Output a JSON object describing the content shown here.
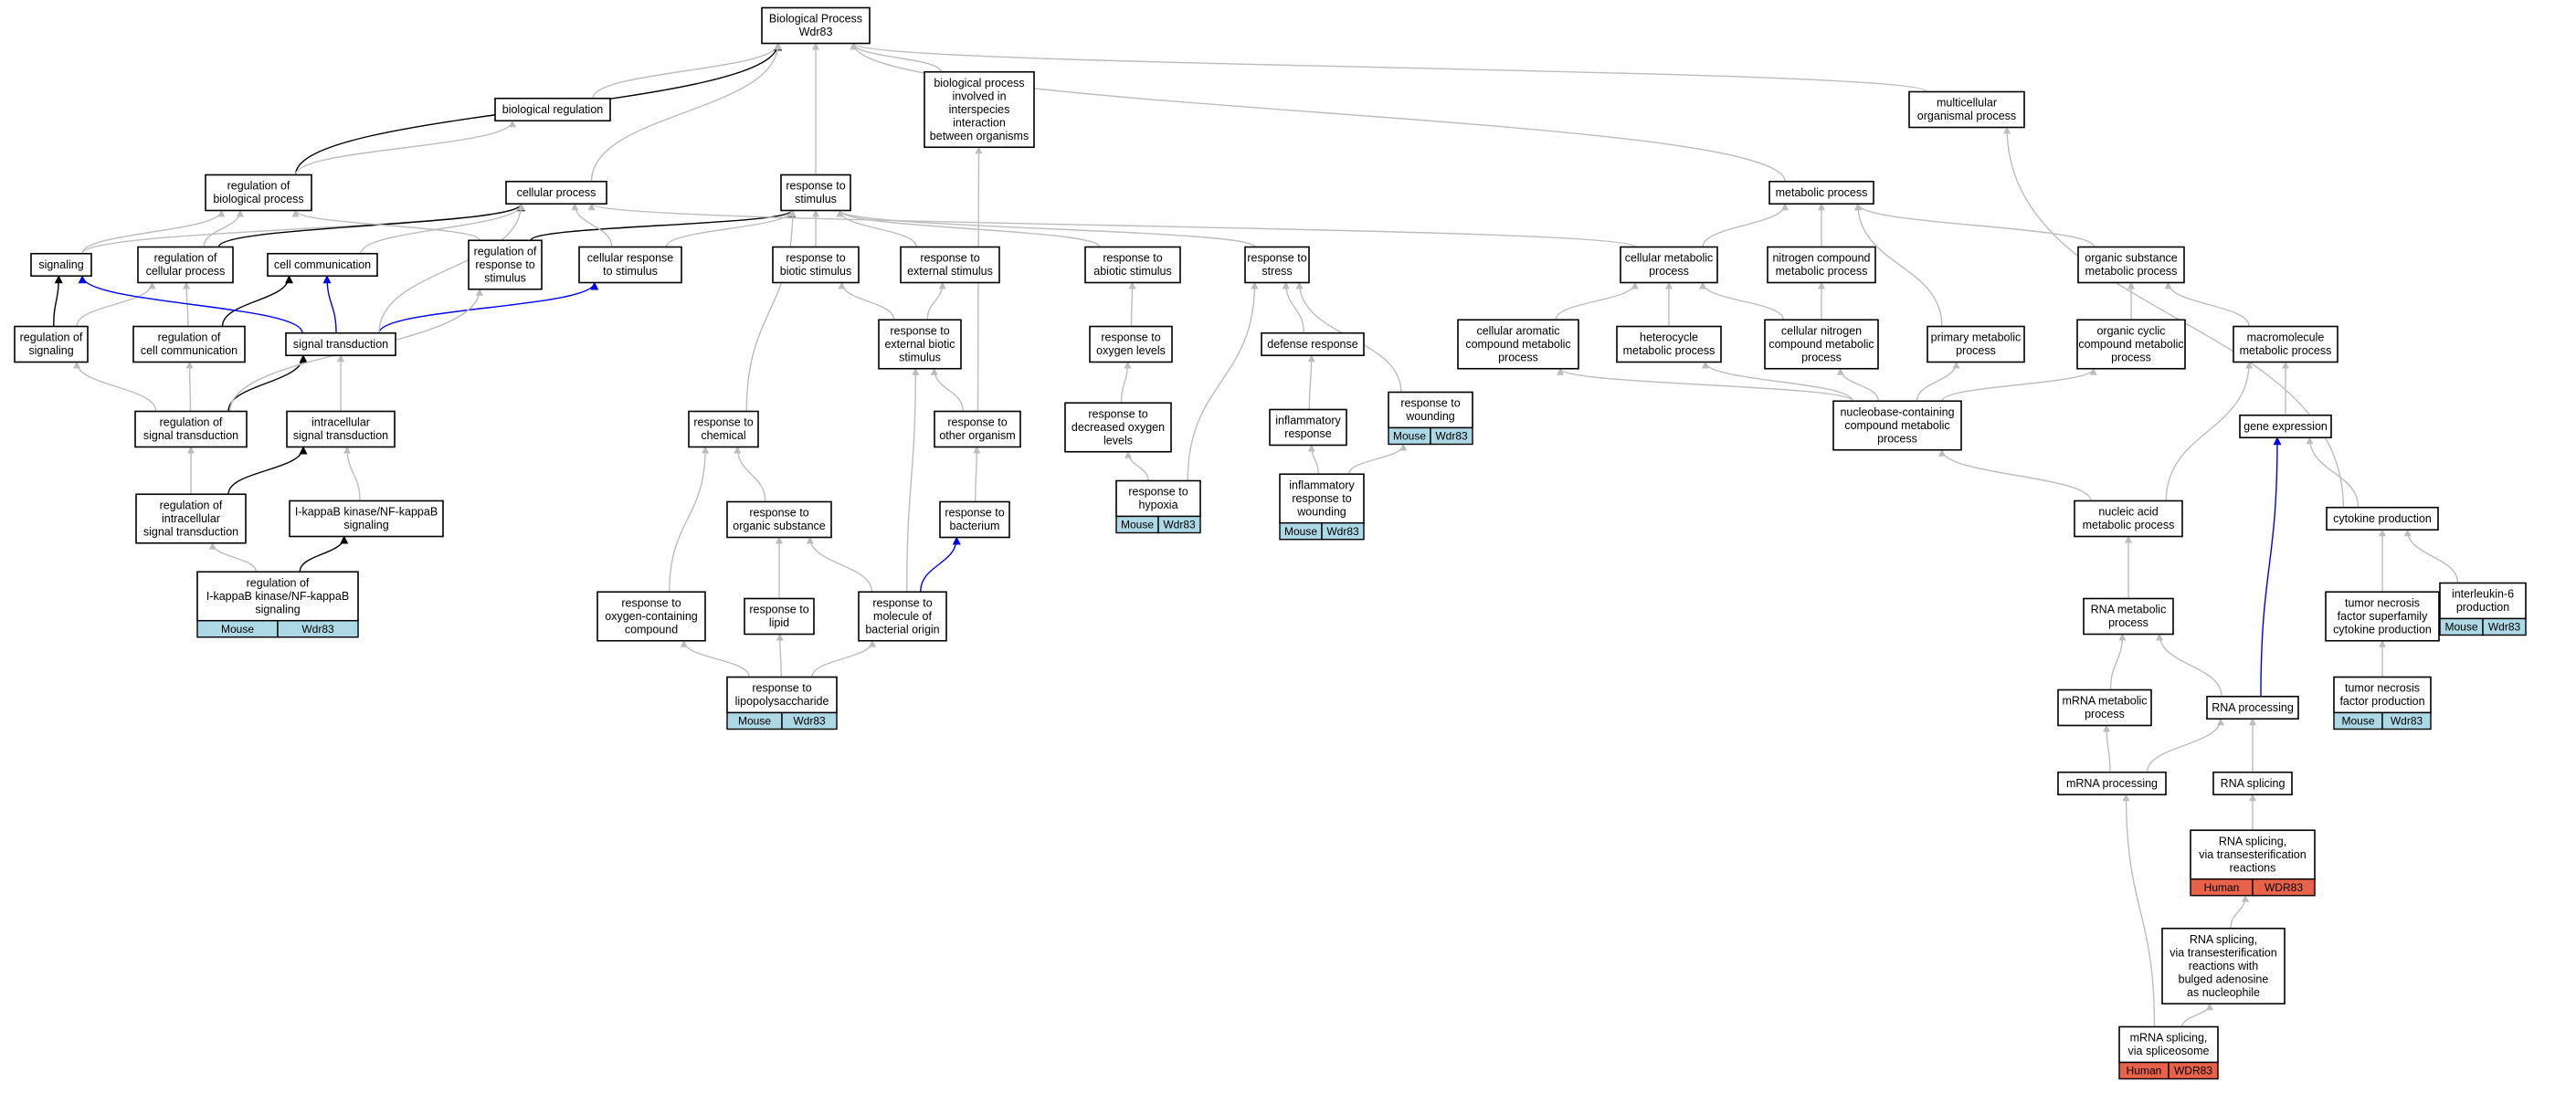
{
  "colors": {
    "gray_edge": "#bdbdbd",
    "black_edge": "#000000",
    "blue_edge": "#0000ee",
    "mouse_tag": "#add8e6",
    "human_tag": "#e8624a"
  },
  "nodes": [
    {
      "id": "bp",
      "lines": [
        "Biological Process",
        "Wdr83"
      ]
    },
    {
      "id": "bioreg",
      "lines": [
        "biological regulation"
      ]
    },
    {
      "id": "interspecies",
      "lines": [
        "biological process",
        "involved in",
        "interspecies",
        "interaction",
        "between organisms"
      ]
    },
    {
      "id": "multicell",
      "lines": [
        "multicellular",
        "organismal process"
      ]
    },
    {
      "id": "regbio",
      "lines": [
        "regulation of",
        "biological process"
      ]
    },
    {
      "id": "cellproc",
      "lines": [
        "cellular process"
      ]
    },
    {
      "id": "respstim",
      "lines": [
        "response to",
        "stimulus"
      ]
    },
    {
      "id": "metab",
      "lines": [
        "metabolic process"
      ]
    },
    {
      "id": "signaling",
      "lines": [
        "signaling"
      ]
    },
    {
      "id": "regcell",
      "lines": [
        "regulation of",
        "cellular process"
      ]
    },
    {
      "id": "cellcomm",
      "lines": [
        "cell communication"
      ]
    },
    {
      "id": "regresp",
      "lines": [
        "regulation of",
        "response to",
        "stimulus"
      ]
    },
    {
      "id": "cellresp",
      "lines": [
        "cellular response",
        "to stimulus"
      ]
    },
    {
      "id": "biotic",
      "lines": [
        "response to",
        "biotic stimulus"
      ]
    },
    {
      "id": "external",
      "lines": [
        "response to",
        "external stimulus"
      ]
    },
    {
      "id": "abiotic",
      "lines": [
        "response to",
        "abiotic stimulus"
      ]
    },
    {
      "id": "stress",
      "lines": [
        "response to",
        "stress"
      ]
    },
    {
      "id": "cellmetab",
      "lines": [
        "cellular metabolic",
        "process"
      ]
    },
    {
      "id": "nitrogen",
      "lines": [
        "nitrogen compound",
        "metabolic process"
      ]
    },
    {
      "id": "orgsub",
      "lines": [
        "organic substance",
        "metabolic process"
      ]
    },
    {
      "id": "regsig",
      "lines": [
        "regulation of",
        "signaling"
      ]
    },
    {
      "id": "regcellcomm",
      "lines": [
        "regulation of",
        "cell communication"
      ]
    },
    {
      "id": "sigtrans",
      "lines": [
        "signal transduction"
      ]
    },
    {
      "id": "extbiotic",
      "lines": [
        "response to",
        "external biotic",
        "stimulus"
      ]
    },
    {
      "id": "oxylev",
      "lines": [
        "response to",
        "oxygen levels"
      ]
    },
    {
      "id": "defense",
      "lines": [
        "defense response"
      ]
    },
    {
      "id": "aromatic",
      "lines": [
        "cellular aromatic",
        "compound metabolic",
        "process"
      ]
    },
    {
      "id": "heterocycle",
      "lines": [
        "heterocycle",
        "metabolic process"
      ]
    },
    {
      "id": "cellnitrogen",
      "lines": [
        "cellular nitrogen",
        "compound metabolic",
        "process"
      ]
    },
    {
      "id": "primary",
      "lines": [
        "primary metabolic",
        "process"
      ]
    },
    {
      "id": "orgcyclic",
      "lines": [
        "organic cyclic",
        "compound metabolic",
        "process"
      ]
    },
    {
      "id": "macromol",
      "lines": [
        "macromolecule",
        "metabolic process"
      ]
    },
    {
      "id": "regsigtrans",
      "lines": [
        "regulation of",
        "signal transduction"
      ]
    },
    {
      "id": "intrasig",
      "lines": [
        "intracellular",
        "signal transduction"
      ]
    },
    {
      "id": "chemical",
      "lines": [
        "response to",
        "chemical"
      ]
    },
    {
      "id": "otherorg",
      "lines": [
        "response to",
        "other organism"
      ]
    },
    {
      "id": "decoxy",
      "lines": [
        "response to",
        "decreased oxygen",
        "levels"
      ]
    },
    {
      "id": "inflam",
      "lines": [
        "inflammatory",
        "response"
      ]
    },
    {
      "id": "wounding",
      "lines": [
        "response to",
        "wounding"
      ],
      "tag": {
        "species": "Mouse",
        "gene": "Wdr83"
      }
    },
    {
      "id": "nucleobase",
      "lines": [
        "nucleobase-containing",
        "compound metabolic",
        "process"
      ]
    },
    {
      "id": "geneexp",
      "lines": [
        "gene expression"
      ]
    },
    {
      "id": "regintra",
      "lines": [
        "regulation of",
        "intracellular",
        "signal transduction"
      ]
    },
    {
      "id": "ikappab",
      "lines": [
        "I-kappaB kinase/NF-kappaB",
        "signaling"
      ]
    },
    {
      "id": "organic",
      "lines": [
        "response to",
        "organic substance"
      ]
    },
    {
      "id": "bacterium",
      "lines": [
        "response to",
        "bacterium"
      ]
    },
    {
      "id": "hypoxia",
      "lines": [
        "response to",
        "hypoxia"
      ],
      "tag": {
        "species": "Mouse",
        "gene": "Wdr83"
      }
    },
    {
      "id": "inflamwound",
      "lines": [
        "inflammatory",
        "response to",
        "wounding"
      ],
      "tag": {
        "species": "Mouse",
        "gene": "Wdr83"
      }
    },
    {
      "id": "nucleic",
      "lines": [
        "nucleic acid",
        "metabolic process"
      ]
    },
    {
      "id": "cytokine",
      "lines": [
        "cytokine production"
      ]
    },
    {
      "id": "regikappab",
      "lines": [
        "regulation of",
        "I-kappaB kinase/NF-kappaB",
        "signaling"
      ],
      "tag": {
        "species": "Mouse",
        "gene": "Wdr83"
      }
    },
    {
      "id": "oxycontain",
      "lines": [
        "response to",
        "oxygen-containing",
        "compound"
      ]
    },
    {
      "id": "lipid",
      "lines": [
        "response to",
        "lipid"
      ]
    },
    {
      "id": "molbact",
      "lines": [
        "response to",
        "molecule of",
        "bacterial origin"
      ]
    },
    {
      "id": "rnametab",
      "lines": [
        "RNA metabolic",
        "process"
      ]
    },
    {
      "id": "tnfsuper",
      "lines": [
        "tumor necrosis",
        "factor superfamily",
        "cytokine production"
      ]
    },
    {
      "id": "il6",
      "lines": [
        "interleukin-6",
        "production"
      ],
      "tag": {
        "species": "Mouse",
        "gene": "Wdr83"
      }
    },
    {
      "id": "lps",
      "lines": [
        "response to",
        "lipopolysaccharide"
      ],
      "tag": {
        "species": "Mouse",
        "gene": "Wdr83"
      }
    },
    {
      "id": "mrnametab",
      "lines": [
        "mRNA metabolic",
        "process"
      ]
    },
    {
      "id": "rnaproc",
      "lines": [
        "RNA processing"
      ]
    },
    {
      "id": "tnfprod",
      "lines": [
        "tumor necrosis",
        "factor production"
      ],
      "tag": {
        "species": "Mouse",
        "gene": "Wdr83"
      }
    },
    {
      "id": "mrnaproc",
      "lines": [
        "mRNA processing"
      ]
    },
    {
      "id": "rnasplice",
      "lines": [
        "RNA splicing"
      ]
    },
    {
      "id": "rnasplicetrans",
      "lines": [
        "RNA splicing,",
        "via transesterification",
        "reactions"
      ],
      "tag": {
        "species": "Human",
        "gene": "WDR83"
      }
    },
    {
      "id": "rnasplicebulged",
      "lines": [
        "RNA splicing,",
        "via transesterification",
        "reactions with",
        "bulged adenosine",
        "as nucleophile"
      ]
    },
    {
      "id": "mrnasplice",
      "lines": [
        "mRNA splicing,",
        "via spliceosome"
      ],
      "tag": {
        "species": "Human",
        "gene": "WDR83"
      }
    }
  ],
  "edges": [
    {
      "from": "bioreg",
      "to": "bp",
      "type": "gray"
    },
    {
      "from": "interspecies",
      "to": "bp",
      "type": "gray"
    },
    {
      "from": "multicell",
      "to": "bp",
      "type": "gray"
    },
    {
      "from": "regbio",
      "to": "bp",
      "type": "black"
    },
    {
      "from": "regbio",
      "to": "bioreg",
      "type": "gray"
    },
    {
      "from": "cellproc",
      "to": "bp",
      "type": "gray"
    },
    {
      "from": "respstim",
      "to": "bp",
      "type": "gray"
    },
    {
      "from": "metab",
      "to": "bp",
      "type": "gray"
    },
    {
      "from": "signaling",
      "to": "cellproc",
      "type": "gray"
    },
    {
      "from": "signaling",
      "to": "regbio",
      "type": "gray"
    },
    {
      "from": "regcell",
      "to": "regbio",
      "type": "gray"
    },
    {
      "from": "regcell",
      "to": "cellproc",
      "type": "black"
    },
    {
      "from": "cellcomm",
      "to": "cellproc",
      "type": "gray"
    },
    {
      "from": "regresp",
      "to": "regbio",
      "type": "gray"
    },
    {
      "from": "regresp",
      "to": "respstim",
      "type": "black"
    },
    {
      "from": "cellresp",
      "to": "cellproc",
      "type": "gray"
    },
    {
      "from": "cellresp",
      "to": "respstim",
      "type": "gray"
    },
    {
      "from": "biotic",
      "to": "respstim",
      "type": "gray"
    },
    {
      "from": "external",
      "to": "respstim",
      "type": "gray"
    },
    {
      "from": "abiotic",
      "to": "respstim",
      "type": "gray"
    },
    {
      "from": "stress",
      "to": "respstim",
      "type": "gray"
    },
    {
      "from": "cellmetab",
      "to": "metab",
      "type": "gray"
    },
    {
      "from": "cellmetab",
      "to": "cellproc",
      "type": "gray"
    },
    {
      "from": "nitrogen",
      "to": "metab",
      "type": "gray"
    },
    {
      "from": "orgsub",
      "to": "metab",
      "type": "gray"
    },
    {
      "from": "primary",
      "to": "metab",
      "type": "gray"
    },
    {
      "from": "regsig",
      "to": "signaling",
      "type": "black"
    },
    {
      "from": "regsig",
      "to": "regcell",
      "type": "gray"
    },
    {
      "from": "regcellcomm",
      "to": "cellcomm",
      "type": "black"
    },
    {
      "from": "regcellcomm",
      "to": "regcell",
      "type": "gray"
    },
    {
      "from": "sigtrans",
      "to": "signaling",
      "type": "blue"
    },
    {
      "from": "sigtrans",
      "to": "cellcomm",
      "type": "blue"
    },
    {
      "from": "sigtrans",
      "to": "cellresp",
      "type": "blue"
    },
    {
      "from": "sigtrans",
      "to": "cellproc",
      "type": "gray"
    },
    {
      "from": "extbiotic",
      "to": "external",
      "type": "gray"
    },
    {
      "from": "extbiotic",
      "to": "biotic",
      "type": "gray"
    },
    {
      "from": "oxylev",
      "to": "abiotic",
      "type": "gray"
    },
    {
      "from": "defense",
      "to": "stress",
      "type": "gray"
    },
    {
      "from": "aromatic",
      "to": "cellmetab",
      "type": "gray"
    },
    {
      "from": "heterocycle",
      "to": "cellmetab",
      "type": "gray"
    },
    {
      "from": "cellnitrogen",
      "to": "cellmetab",
      "type": "gray"
    },
    {
      "from": "cellnitrogen",
      "to": "nitrogen",
      "type": "gray"
    },
    {
      "from": "orgcyclic",
      "to": "orgsub",
      "type": "gray"
    },
    {
      "from": "macromol",
      "to": "orgsub",
      "type": "gray"
    },
    {
      "from": "regsigtrans",
      "to": "sigtrans",
      "type": "black"
    },
    {
      "from": "regsigtrans",
      "to": "regsig",
      "type": "gray"
    },
    {
      "from": "regsigtrans",
      "to": "regcellcomm",
      "type": "gray"
    },
    {
      "from": "regsigtrans",
      "to": "regresp",
      "type": "gray"
    },
    {
      "from": "intrasig",
      "to": "sigtrans",
      "type": "gray"
    },
    {
      "from": "chemical",
      "to": "respstim",
      "type": "gray"
    },
    {
      "from": "otherorg",
      "to": "extbiotic",
      "type": "gray"
    },
    {
      "from": "otherorg",
      "to": "interspecies",
      "type": "gray"
    },
    {
      "from": "decoxy",
      "to": "oxylev",
      "type": "gray"
    },
    {
      "from": "inflam",
      "to": "defense",
      "type": "gray"
    },
    {
      "from": "wounding",
      "to": "stress",
      "type": "gray"
    },
    {
      "from": "nucleobase",
      "to": "aromatic",
      "type": "gray"
    },
    {
      "from": "nucleobase",
      "to": "heterocycle",
      "type": "gray"
    },
    {
      "from": "nucleobase",
      "to": "cellnitrogen",
      "type": "gray"
    },
    {
      "from": "nucleobase",
      "to": "primary",
      "type": "gray"
    },
    {
      "from": "nucleobase",
      "to": "orgcyclic",
      "type": "gray"
    },
    {
      "from": "geneexp",
      "to": "macromol",
      "type": "gray"
    },
    {
      "from": "regintra",
      "to": "intrasig",
      "type": "black"
    },
    {
      "from": "regintra",
      "to": "regsigtrans",
      "type": "gray"
    },
    {
      "from": "ikappab",
      "to": "intrasig",
      "type": "gray"
    },
    {
      "from": "organic",
      "to": "chemical",
      "type": "gray"
    },
    {
      "from": "bacterium",
      "to": "otherorg",
      "type": "gray"
    },
    {
      "from": "hypoxia",
      "to": "decoxy",
      "type": "gray"
    },
    {
      "from": "hypoxia",
      "to": "stress",
      "type": "gray"
    },
    {
      "from": "inflamwound",
      "to": "inflam",
      "type": "gray"
    },
    {
      "from": "inflamwound",
      "to": "wounding",
      "type": "gray"
    },
    {
      "from": "nucleic",
      "to": "nucleobase",
      "type": "gray"
    },
    {
      "from": "nucleic",
      "to": "macromol",
      "type": "gray"
    },
    {
      "from": "cytokine",
      "to": "geneexp",
      "type": "gray"
    },
    {
      "from": "cytokine",
      "to": "multicell",
      "type": "gray"
    },
    {
      "from": "regikappab",
      "to": "ikappab",
      "type": "black"
    },
    {
      "from": "regikappab",
      "to": "regintra",
      "type": "gray"
    },
    {
      "from": "oxycontain",
      "to": "chemical",
      "type": "gray"
    },
    {
      "from": "lipid",
      "to": "organic",
      "type": "gray"
    },
    {
      "from": "molbact",
      "to": "organic",
      "type": "gray"
    },
    {
      "from": "molbact",
      "to": "bacterium",
      "type": "blue"
    },
    {
      "from": "molbact",
      "to": "extbiotic",
      "type": "gray"
    },
    {
      "from": "rnametab",
      "to": "nucleic",
      "type": "gray"
    },
    {
      "from": "tnfsuper",
      "to": "cytokine",
      "type": "gray"
    },
    {
      "from": "il6",
      "to": "cytokine",
      "type": "gray"
    },
    {
      "from": "lps",
      "to": "lipid",
      "type": "gray"
    },
    {
      "from": "lps",
      "to": "oxycontain",
      "type": "gray"
    },
    {
      "from": "lps",
      "to": "molbact",
      "type": "gray"
    },
    {
      "from": "mrnametab",
      "to": "rnametab",
      "type": "gray"
    },
    {
      "from": "rnaproc",
      "to": "rnametab",
      "type": "gray"
    },
    {
      "from": "rnaproc",
      "to": "geneexp",
      "type": "blue"
    },
    {
      "from": "tnfprod",
      "to": "tnfsuper",
      "type": "gray"
    },
    {
      "from": "mrnaproc",
      "to": "mrnametab",
      "type": "gray"
    },
    {
      "from": "mrnaproc",
      "to": "rnaproc",
      "type": "gray"
    },
    {
      "from": "rnasplice",
      "to": "rnaproc",
      "type": "gray"
    },
    {
      "from": "rnasplicetrans",
      "to": "rnasplice",
      "type": "gray"
    },
    {
      "from": "rnasplicebulged",
      "to": "rnasplicetrans",
      "type": "gray"
    },
    {
      "from": "mrnasplice",
      "to": "rnasplicebulged",
      "type": "gray"
    },
    {
      "from": "mrnasplice",
      "to": "mrnaproc",
      "type": "gray"
    }
  ]
}
